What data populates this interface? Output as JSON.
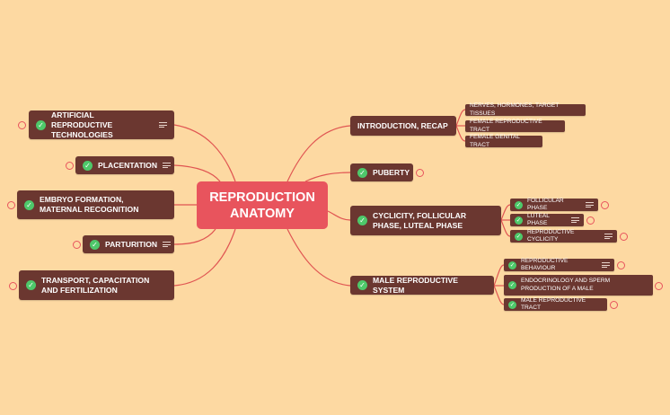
{
  "colors": {
    "background": "#fdd9a2",
    "root": "#e8545d",
    "node": "#6b3730",
    "connector": "#e05552",
    "check": "#4ec86a"
  },
  "root": {
    "line1": "REPRODUCTION",
    "line2": "ANATOMY"
  },
  "left": {
    "artificial": "ARTIFICIAL REPRODUCTIVE TECHNOLOGIES",
    "placentation": "PLACENTATION",
    "embryo": "EMBRYO FORMATION, MATERNAL RECOGNITION",
    "parturition": "PARTURITION",
    "transport": "TRANSPORT, CAPACITATION AND FERTILIZATION"
  },
  "right": {
    "introduction": "INTRODUCTION, RECAP",
    "puberty": "PUBERTY",
    "cyclicity": "CYCLICITY, FOLLICULAR PHASE, LUTEAL PHASE",
    "male": "MALE REPRODUCTIVE SYSTEM"
  },
  "intro_children": [
    "NERVES, HORMONES, TARGET TISSUES",
    "FEMALE REPRODUCTIVE TRACT",
    "FEMALE GENITAL TRACT"
  ],
  "cyclicity_children": [
    "FOLLICULAR PHASE",
    "LUTEAL PHASE",
    "REPRODUCTIVE CYCLICITY"
  ],
  "male_children": [
    "REPRODUCTIVE BEHAVIOUR",
    "ENDOCRINOLOGY AND SPERM PRODUCTION OF A MALE",
    "MALE REPRODUCTIVE TRACT"
  ],
  "icons": {
    "check": "check-circle-icon",
    "notes": "notes-lines-icon",
    "badge": "counter-badge-icon"
  }
}
